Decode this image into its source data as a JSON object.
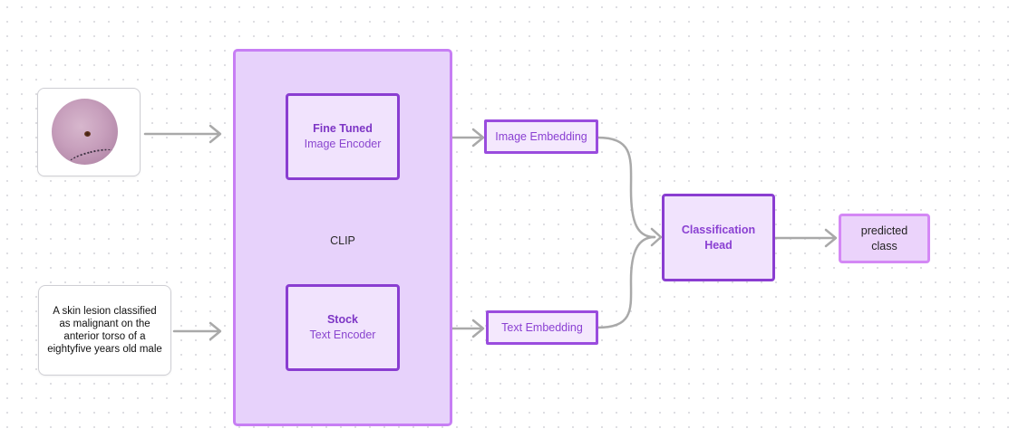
{
  "diagram": {
    "clip_label": "CLIP",
    "inputs": {
      "lesion_image": {
        "alt": "Dermoscopic skin lesion image"
      },
      "caption": {
        "text": "A skin lesion classified\nas malignant on the\nanterior torso of a\neightyfive years old male"
      }
    },
    "image_encoder": {
      "title": "Fine Tuned",
      "subtitle": "Image Encoder"
    },
    "text_encoder": {
      "title": "Stock",
      "subtitle": "Text Encoder"
    },
    "image_embedding": {
      "label": "Image Embedding"
    },
    "text_embedding": {
      "label": "Text Embedding"
    },
    "classification_head": {
      "label": "Classification\nHead"
    },
    "output": {
      "label": "predicted\nclass"
    }
  },
  "colors": {
    "clip_fill": "#e7d2fb",
    "clip_border": "#c77ef4",
    "node_border": "#8a3dd1",
    "node_text": "#8a40d2",
    "output_border": "#d488f5",
    "connector": "#a9a9a9"
  }
}
